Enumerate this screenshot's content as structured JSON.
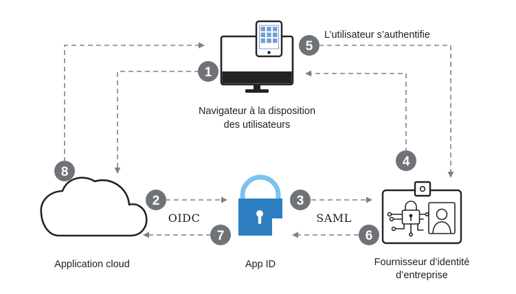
{
  "nodes": {
    "browser": {
      "label_line1": "Navigateur à la disposition",
      "label_line2": "des utilisateurs"
    },
    "cloud_app": {
      "label": "Application cloud"
    },
    "app_id": {
      "label": "App ID"
    },
    "idp": {
      "label_line1": "Fournisseur d’identité",
      "label_line2": "d’entreprise"
    }
  },
  "annotations": {
    "authenticate": "L’utilisateur s’authentifie",
    "oidc": "OIDC",
    "saml": "SAML"
  },
  "steps": [
    "1",
    "2",
    "3",
    "4",
    "5",
    "6",
    "7",
    "8"
  ],
  "colors": {
    "badge": "#6f7377",
    "arrow": "#7f7f7f",
    "app_id_blue": "#2d7fc1",
    "app_id_light": "#7cc2ee",
    "tablet_blue": "#6f9fd4"
  }
}
